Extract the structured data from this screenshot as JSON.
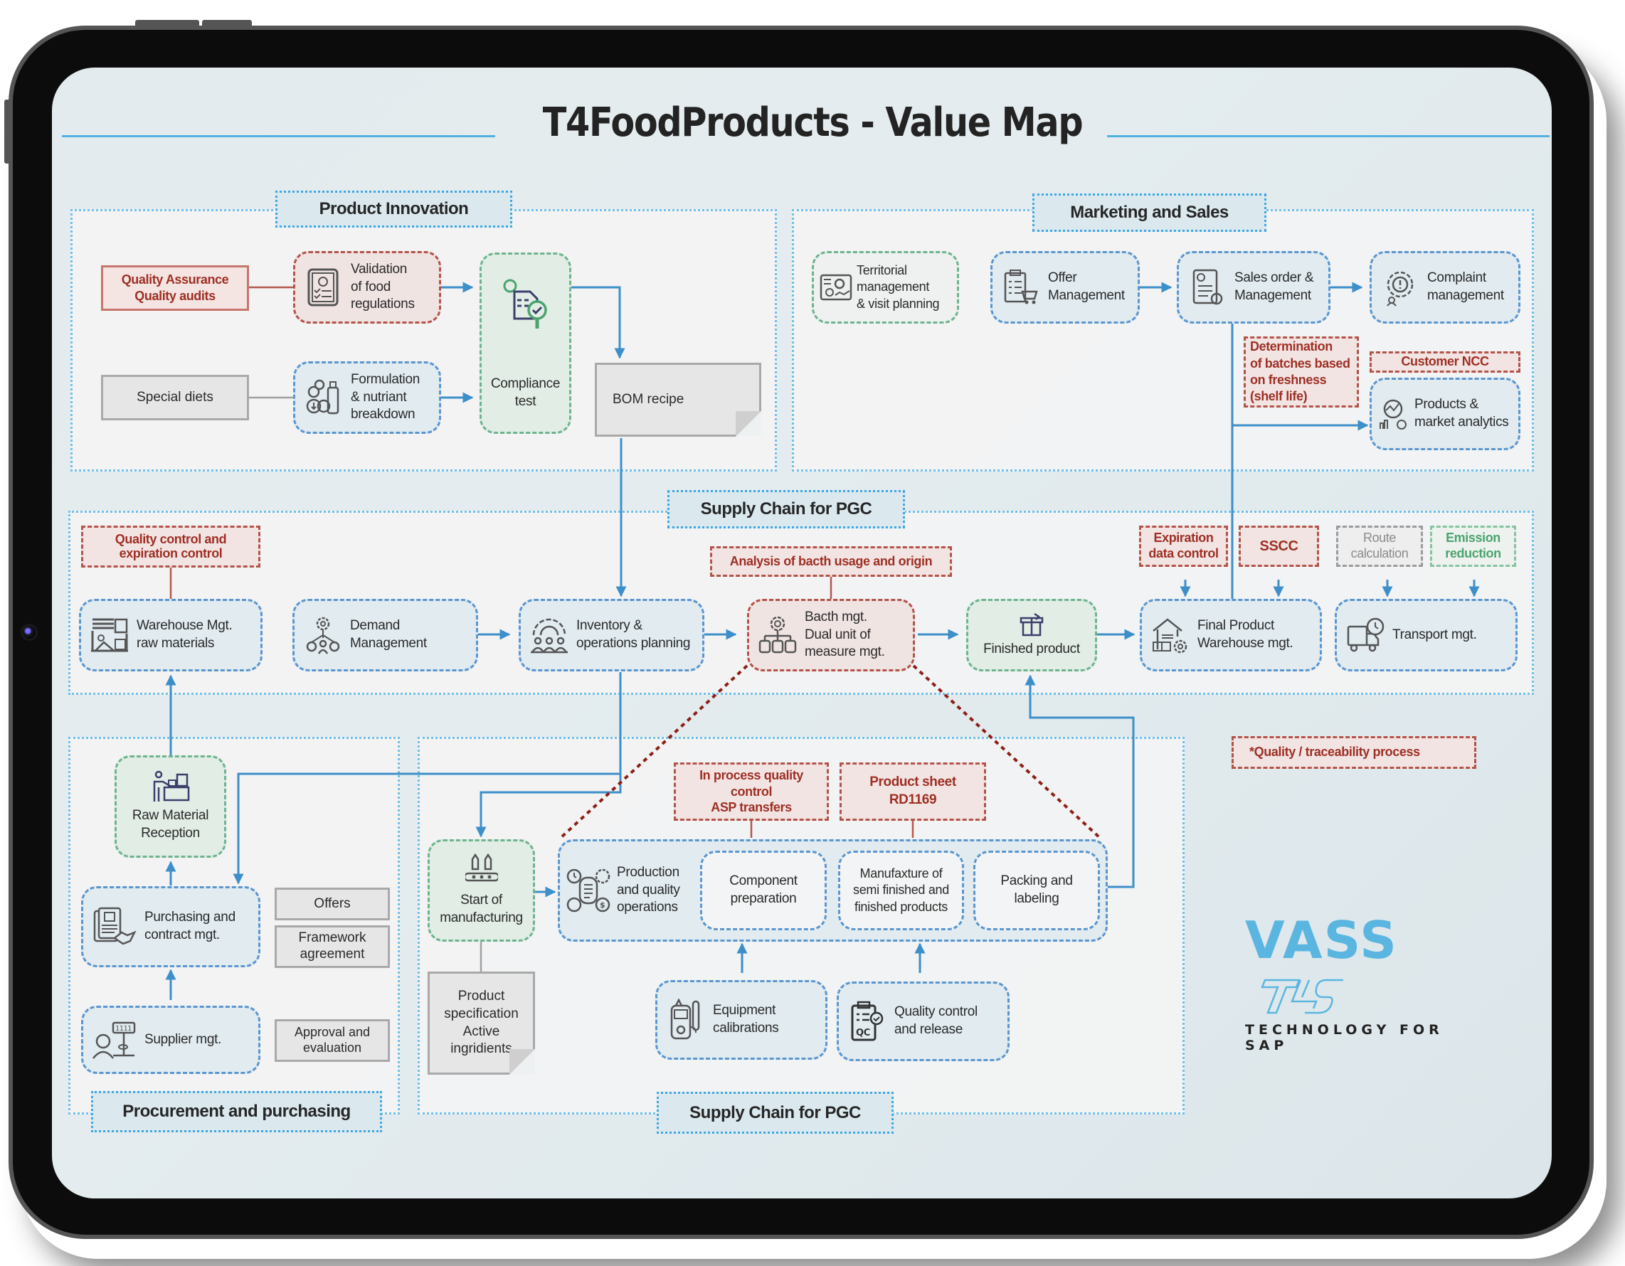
{
  "title": "T4FoodProducts - Value Map",
  "colors": {
    "accent_blue": "#52b1e0",
    "quality_red": "#9e2f24",
    "green": "#4aa46e"
  },
  "sections": {
    "product_innovation": "Product Innovation",
    "marketing_sales": "Marketing and Sales",
    "supply_chain_top": "Supply Chain for PGC",
    "procurement": "Procurement and purchasing",
    "supply_chain_bottom": "Supply Chain for PGC"
  },
  "product_innovation": {
    "qa_note": "Quality Assurance\nQuality audits",
    "special_diets": "Special diets",
    "validation": "Validation\nof food\nregulations",
    "formulation": "Formulation\n& nutriant\nbreakdown",
    "compliance": "Compliance\ntest",
    "bom": "BOM recipe"
  },
  "marketing": {
    "territorial": "Territorial\nmanagement\n& visit planning",
    "offer": "Offer\nManagement",
    "sales_order": "Sales order &\nManagement",
    "complaint": "Complaint\nmanagement",
    "freshness_note": "Determination\nof batches based\non freshness\n(shelf life)",
    "customer_ncc": "Customer NCC",
    "analytics": "Products &\nmarket analytics"
  },
  "supply_chain": {
    "qc_expiration_note": "Quality control and\nexpiration control",
    "warehouse_raw": "Warehouse Mgt.\nraw materials",
    "demand": "Demand\nManagement",
    "inventory": "Inventory &\noperations planning",
    "batch_note": "Analysis of bacth usage and origin",
    "batch": "Bacth mgt.\nDual unit of\nmeasure mgt.",
    "finished": "Finished product",
    "expiration_note": "Expiration\ndata control",
    "sscc_note": "SSCC",
    "route_note": "Route\ncalculation",
    "emission_note": "Emission\nreduction",
    "final_warehouse": "Final Product\nWarehouse mgt.",
    "transport": "Transport mgt."
  },
  "procurement": {
    "raw_reception": "Raw Material\nReception",
    "purchasing": "Purchasing and\ncontract mgt.",
    "offers": "Offers",
    "framework": "Framework\nagreement",
    "supplier": "Supplier mgt.",
    "approval": "Approval and\nevaluation"
  },
  "manufacturing": {
    "start": "Start of\nmanufacturing",
    "product_spec": "Product\nspecification\nActive\ningridients",
    "inprocess_note": "In process quality\ncontrol\nASP transfers",
    "product_sheet_note": "Product sheet\nRD1169",
    "production_ops": "Production\nand quality\noperations",
    "component": "Component\npreparation",
    "manufacture": "Manufaxture of\nsemi finished and\nfinished products",
    "packing": "Packing and\nlabeling",
    "equipment": "Equipment\ncalibrations",
    "qc_release": "Quality control\nand release"
  },
  "legend": "*Quality / traceability process",
  "logo": {
    "brand": "VASS",
    "mark": "T4S",
    "tagline": "TECHNOLOGY FOR SAP"
  }
}
